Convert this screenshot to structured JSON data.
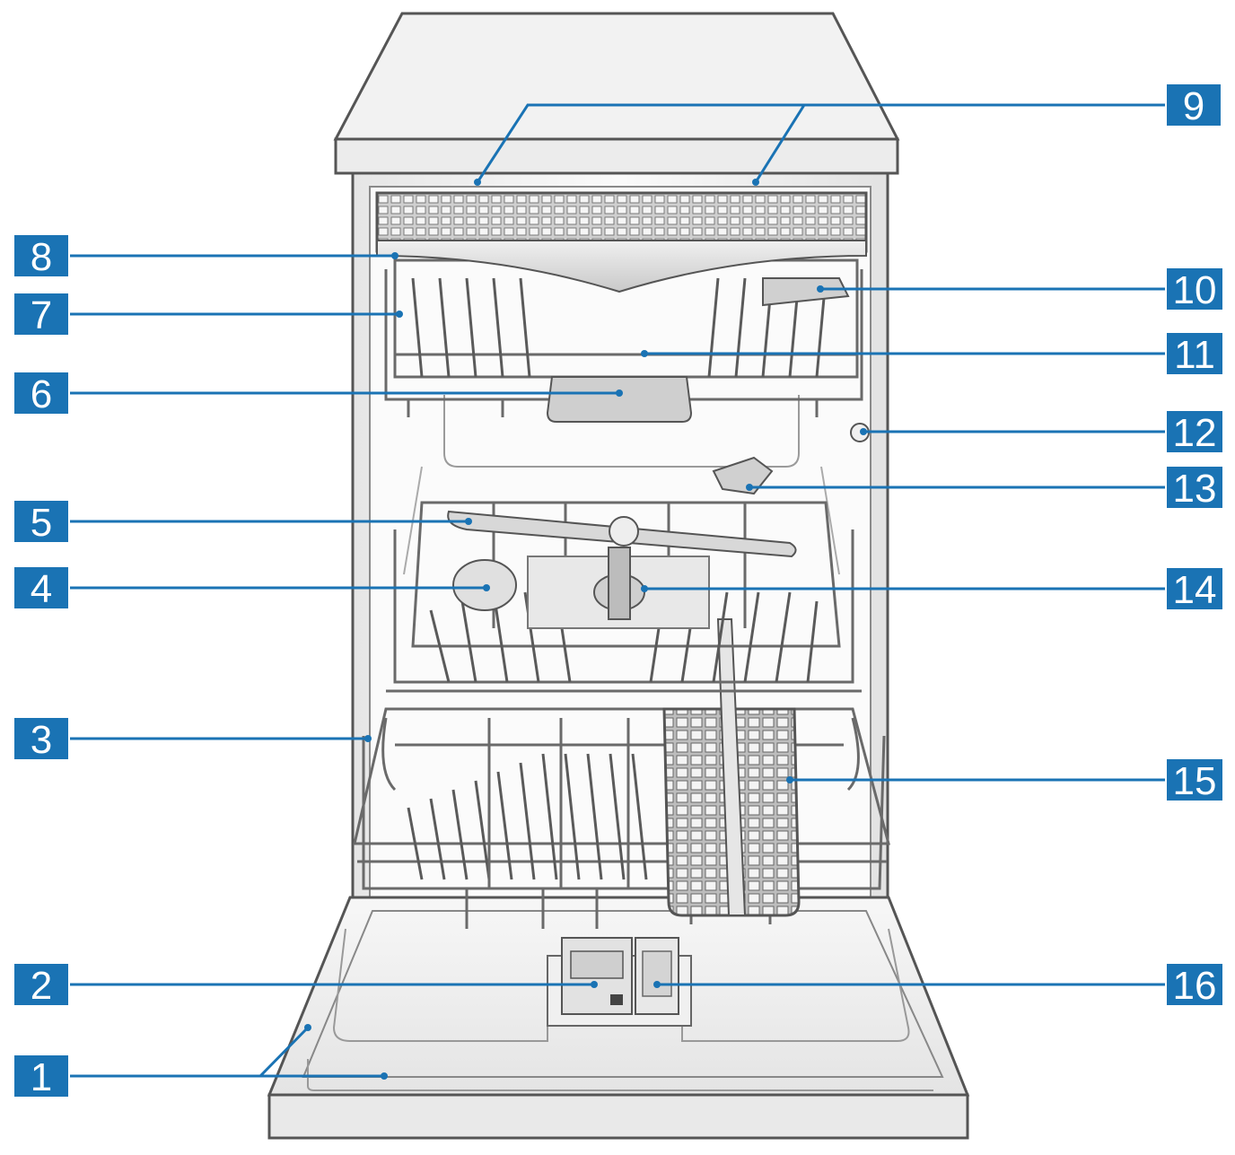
{
  "colors": {
    "callout_fill": "#1a73b4",
    "leader_line": "#1a73b4",
    "outline": "#555555",
    "body": "#f2f2f2",
    "rack": "#6a6a6a"
  },
  "callouts": [
    {
      "label": "1"
    },
    {
      "label": "2"
    },
    {
      "label": "3"
    },
    {
      "label": "4"
    },
    {
      "label": "5"
    },
    {
      "label": "6"
    },
    {
      "label": "7"
    },
    {
      "label": "8"
    },
    {
      "label": "9"
    },
    {
      "label": "10"
    },
    {
      "label": "11"
    },
    {
      "label": "12"
    },
    {
      "label": "13"
    },
    {
      "label": "14"
    },
    {
      "label": "15"
    },
    {
      "label": "16"
    }
  ]
}
